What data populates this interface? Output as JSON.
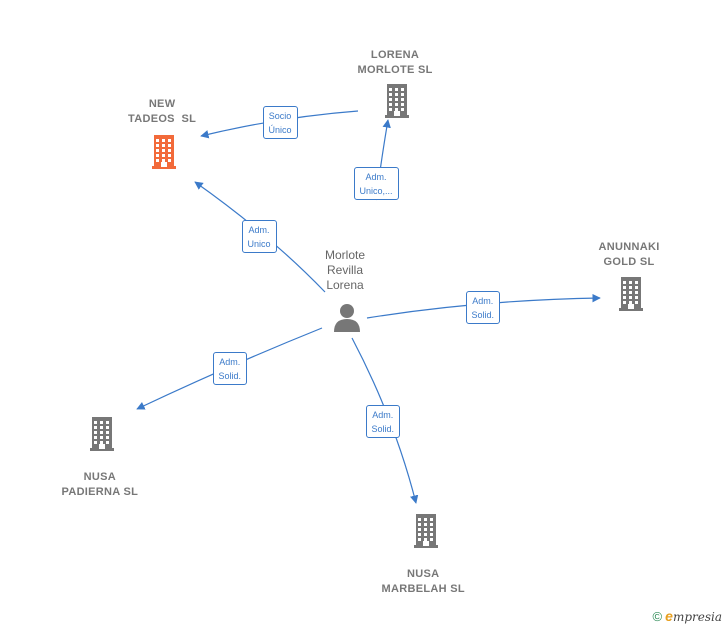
{
  "colors": {
    "edge": "#3b7ac9",
    "company_icon": "#777777",
    "highlight_icon": "#f26a3a",
    "person_icon": "#777777"
  },
  "person": {
    "label": "Morlote\nRevilla\nLorena",
    "icon": "person-icon"
  },
  "companies": [
    {
      "id": "new-tadeos",
      "label": "NEW\nTADEOS  SL",
      "icon": "building-icon",
      "highlight": true
    },
    {
      "id": "lorena-morlote",
      "label": "LORENA\nMORLOTE SL",
      "icon": "building-icon",
      "highlight": false
    },
    {
      "id": "anunnaki-gold",
      "label": "ANUNNAKI\nGOLD SL",
      "icon": "building-icon",
      "highlight": false
    },
    {
      "id": "nusa-padierna",
      "label": "NUSA\nPADIERNA SL",
      "icon": "building-icon",
      "highlight": false
    },
    {
      "id": "nusa-marbelah",
      "label": "NUSA\nMARBELAH SL",
      "icon": "building-icon",
      "highlight": false
    }
  ],
  "edges": [
    {
      "from": "lorena-morlote",
      "to": "new-tadeos",
      "label": "Socio\nÚnico"
    },
    {
      "from": "person",
      "to": "lorena-morlote",
      "label": "Adm.\nUnico,..."
    },
    {
      "from": "person",
      "to": "new-tadeos",
      "label": "Adm.\nUnico"
    },
    {
      "from": "person",
      "to": "anunnaki-gold",
      "label": "Adm.\nSolid."
    },
    {
      "from": "person",
      "to": "nusa-padierna",
      "label": "Adm.\nSolid."
    },
    {
      "from": "person",
      "to": "nusa-marbelah",
      "label": "Adm.\nSolid."
    }
  ],
  "footer": {
    "copyright": "©",
    "brand_initial": "e",
    "brand_rest": "mpresia"
  }
}
